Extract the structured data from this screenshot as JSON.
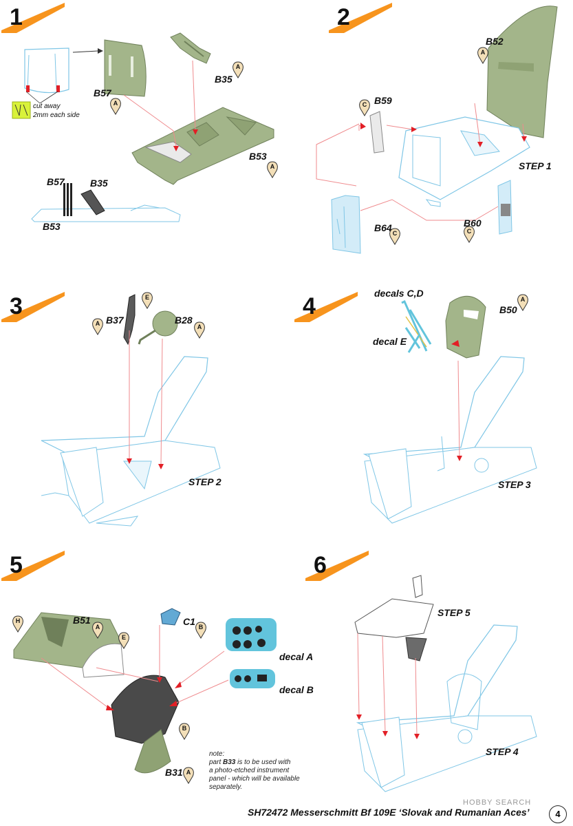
{
  "steps": [
    {
      "number": "1"
    },
    {
      "number": "2"
    },
    {
      "number": "3"
    },
    {
      "number": "4"
    },
    {
      "number": "5"
    },
    {
      "number": "6"
    }
  ],
  "step1": {
    "cut_away_note": "cut away",
    "cut_away_detail": "2mm each side",
    "parts": {
      "b57": "B57",
      "b35": "B35",
      "b53": "B53"
    },
    "sideview": {
      "b57": "B57",
      "b35": "B35",
      "b53": "B53"
    },
    "sprues": {
      "b57": "A",
      "b35": "A",
      "b53": "A"
    }
  },
  "step2": {
    "parts": {
      "b52": "B52",
      "b59": "B59",
      "b64": "B64",
      "b60": "B60"
    },
    "sprues": {
      "b52": "A",
      "b59": "C",
      "b64": "C",
      "b60": "C"
    },
    "ref": "STEP 1"
  },
  "step3": {
    "parts": {
      "b37": "B37",
      "b28": "B28"
    },
    "sprues": {
      "b37": "A",
      "b37_pe": "E",
      "b28": "A"
    },
    "ref": "STEP 2"
  },
  "step4": {
    "decals_cd": "decals C,D",
    "decal_e": "decal E",
    "parts": {
      "b50": "B50"
    },
    "sprues": {
      "b50": "A"
    },
    "ref": "STEP 3"
  },
  "step5": {
    "parts": {
      "b51": "B51",
      "c1": "C1",
      "b31": "B31"
    },
    "sprues": {
      "h": "H",
      "b51": "A",
      "e": "E",
      "c1": "B",
      "b31_top": "B",
      "b31": "A"
    },
    "decal_a": "decal A",
    "decal_b": "decal B",
    "note_line1": "note:",
    "note_pre": "part ",
    "note_part": "B33",
    "note_post": " is to be used with",
    "note_line3": "a photo-etched instrument",
    "note_line4": "panel - which will be available",
    "note_line5": "separately."
  },
  "step6": {
    "ref_top": "STEP 5",
    "ref_bottom": "STEP 4"
  },
  "footer": {
    "title": "SH72472 Messerschmitt Bf 109E ‘Slovak and Rumanian Aces’",
    "brand": "HOBBY SEARCH",
    "page": "4"
  },
  "colors": {
    "badge": "#f7941d",
    "olive": "#a3b58a",
    "olive_dark": "#6f805a",
    "blueprint": "#7fc6e6",
    "blueprint_fill": "#d3ecf8",
    "arrow": "#e21f26",
    "dashed": "#ef8a8d",
    "sprue_fill": "#f3dfb8",
    "dark_panel": "#4a4a4a",
    "decal": "#62c4dc"
  }
}
